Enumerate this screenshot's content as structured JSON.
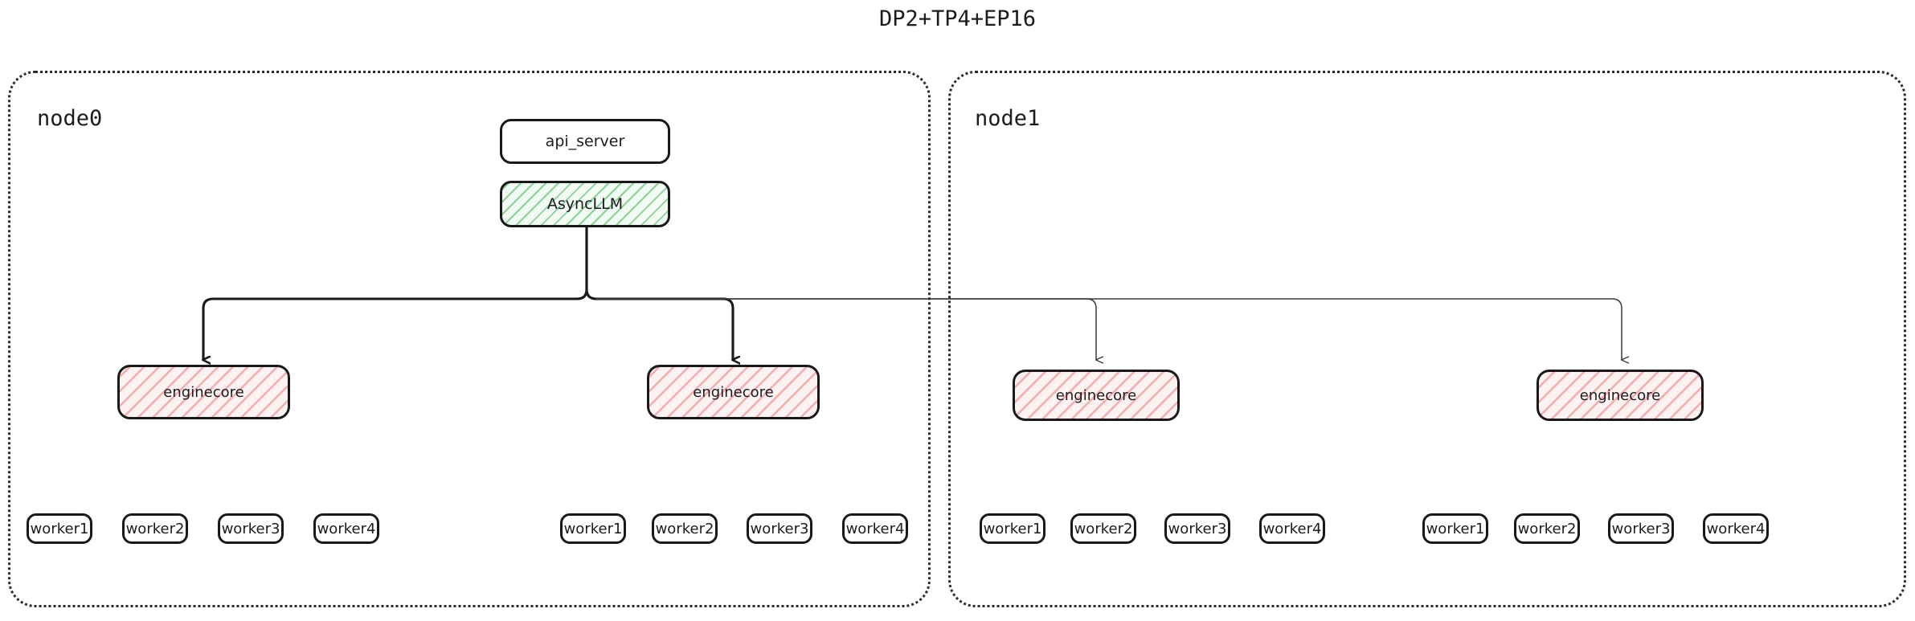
{
  "title": "DP2+TP4+EP16",
  "colors": {
    "stroke": "#191919",
    "node_border": "#2b2b2b",
    "green_hatch": "#7ac98c",
    "red_hatch": "#f09696",
    "background": "#ffffff",
    "text": "#1c1c1c"
  },
  "nodes": [
    {
      "label": "node0",
      "top_boxes": [
        {
          "label": "api_server",
          "style": "plain"
        },
        {
          "label": "AsyncLLM",
          "style": "green-hatch"
        }
      ],
      "engines": [
        {
          "label": "enginecore",
          "style": "red-hatch",
          "workers": [
            {
              "label": "worker1"
            },
            {
              "label": "worker2"
            },
            {
              "label": "worker3"
            },
            {
              "label": "worker4"
            }
          ]
        },
        {
          "label": "enginecore",
          "style": "red-hatch",
          "workers": [
            {
              "label": "worker1"
            },
            {
              "label": "worker2"
            },
            {
              "label": "worker3"
            },
            {
              "label": "worker4"
            }
          ]
        }
      ]
    },
    {
      "label": "node1",
      "top_boxes": [],
      "engines": [
        {
          "label": "enginecore",
          "style": "red-hatch",
          "workers": [
            {
              "label": "worker1"
            },
            {
              "label": "worker2"
            },
            {
              "label": "worker3"
            },
            {
              "label": "worker4"
            }
          ]
        },
        {
          "label": "enginecore",
          "style": "red-hatch",
          "workers": [
            {
              "label": "worker1"
            },
            {
              "label": "worker2"
            },
            {
              "label": "worker3"
            },
            {
              "label": "worker4"
            }
          ]
        }
      ]
    }
  ]
}
